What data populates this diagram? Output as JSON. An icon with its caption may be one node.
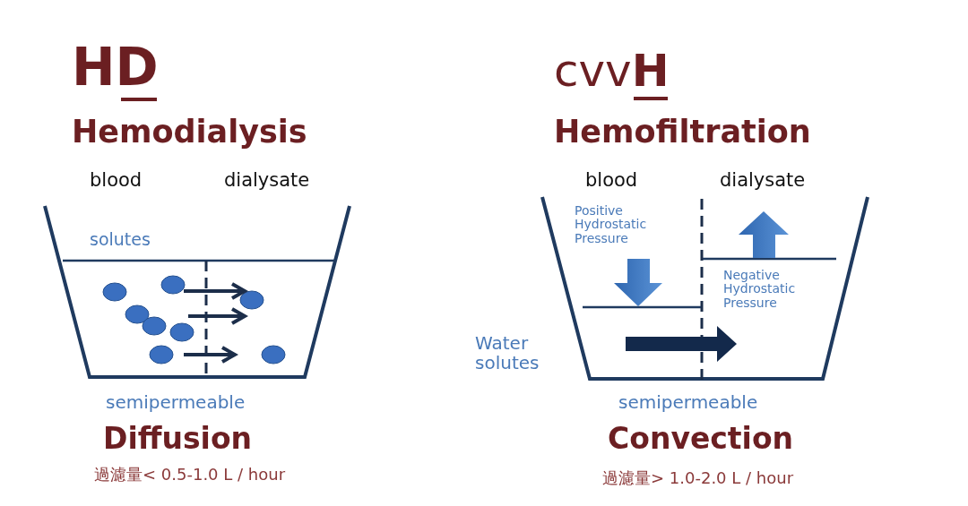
{
  "diagram": {
    "labels": [
      "HD",
      "Hemodialysis",
      "blood",
      "dialysate",
      "solutes",
      "semipermeable",
      "Diffusion",
      "過濾量< 0.5-1.0 L / hour",
      "cvv**H**",
      "Hemofiltration",
      "blood",
      "dialysate",
      "Positive Hydrostatic Pressure",
      "Negative Hydrostatic Pressure",
      "Water solutes",
      "semipermeable",
      "Convection",
      "過濾量> 1.0-2.0 L / hour"
    ]
  }
}
